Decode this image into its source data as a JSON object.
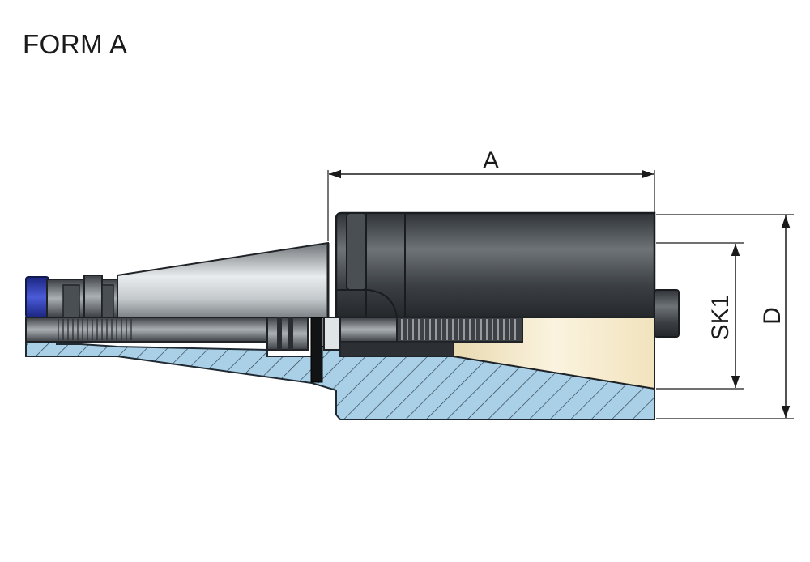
{
  "title": "FORM A",
  "dimensions": {
    "length": "A",
    "clamp_diameter": "SK1",
    "outer_diameter": "D"
  },
  "colors": {
    "section_fill": "#a9d0e6",
    "hatch": "#2b3a48",
    "body_dark": "#3a3e42",
    "taper_light": "#d9dde0",
    "insert_cream": "#f3e6c4",
    "ring_blue": "#2433a8"
  }
}
